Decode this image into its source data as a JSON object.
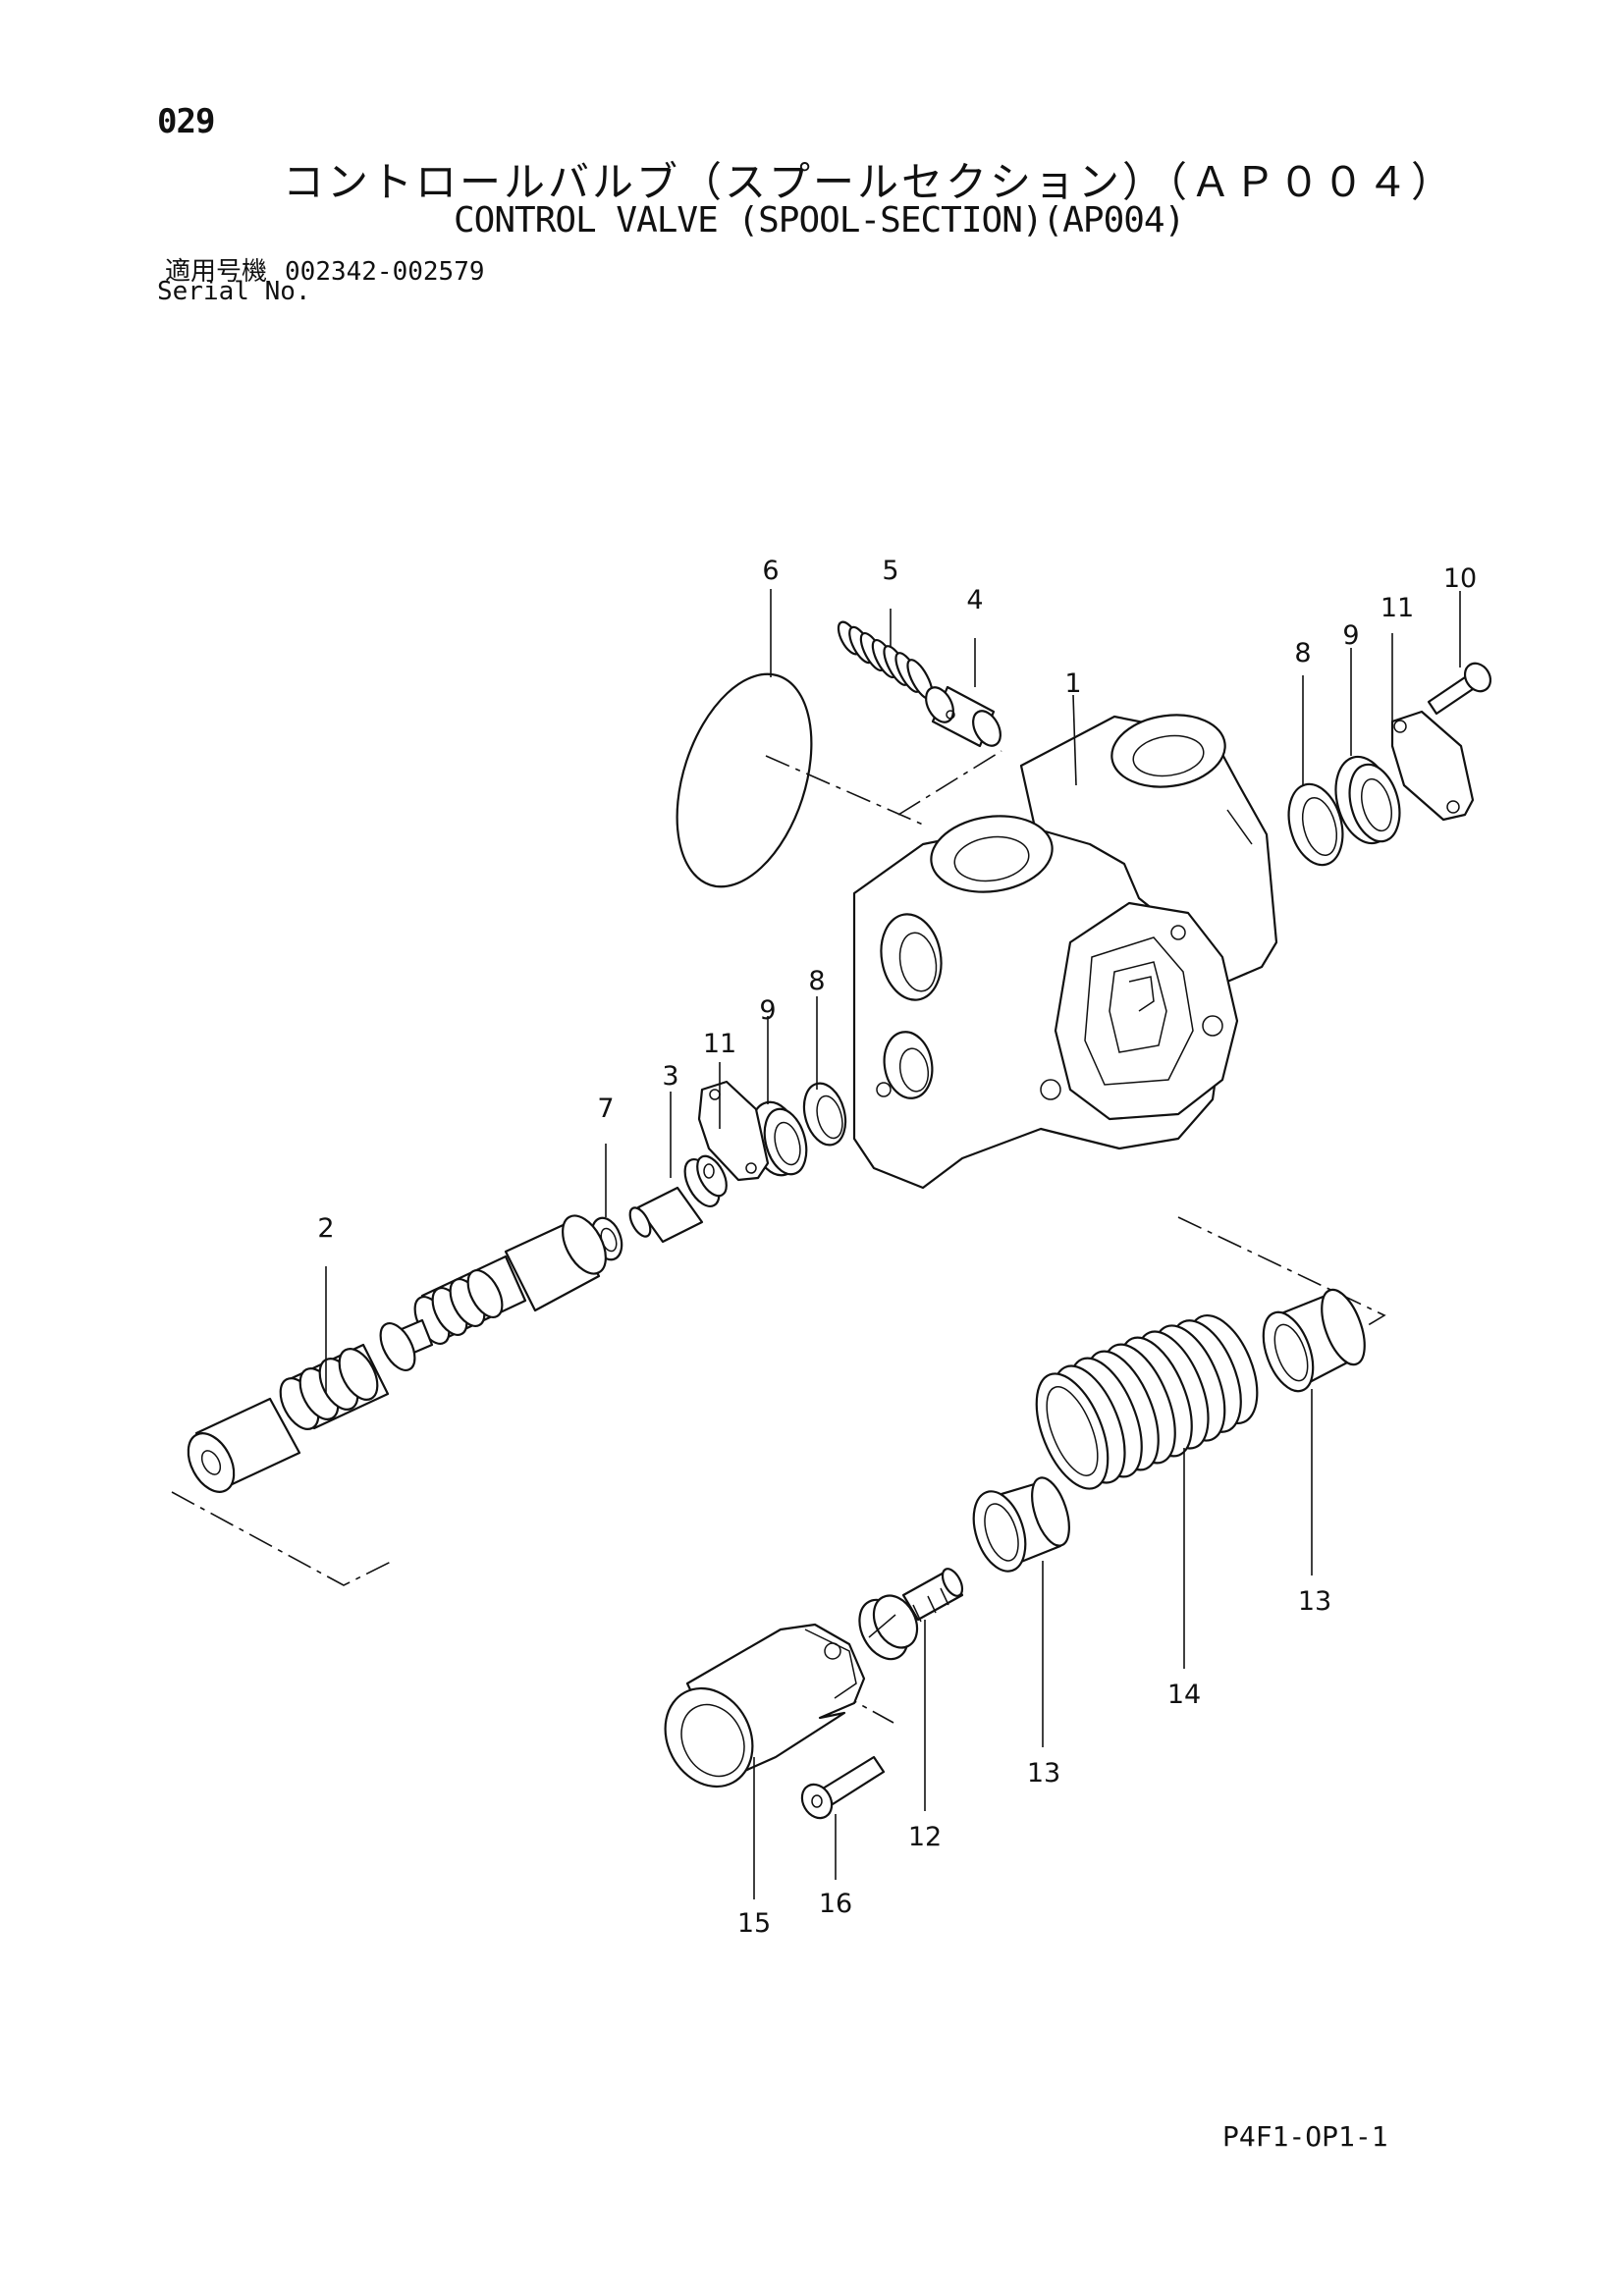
{
  "header": {
    "page_number": "029",
    "title_jp": "コントロールバルブ（スプールセクション）（ＡＰ００４）",
    "title_en": "CONTROL VALVE (SPOOL-SECTION)(AP004)",
    "serial_label_jp": "適用号機",
    "serial_range": "002342-002579",
    "serial_label_en": "Serial No."
  },
  "footer": {
    "code": "P4F1-OP1-1"
  },
  "callouts": [
    "1",
    "2",
    "3",
    "4",
    "5",
    "6",
    "7",
    "8",
    "9",
    "10",
    "11",
    "12",
    "13",
    "14",
    "15",
    "16"
  ]
}
